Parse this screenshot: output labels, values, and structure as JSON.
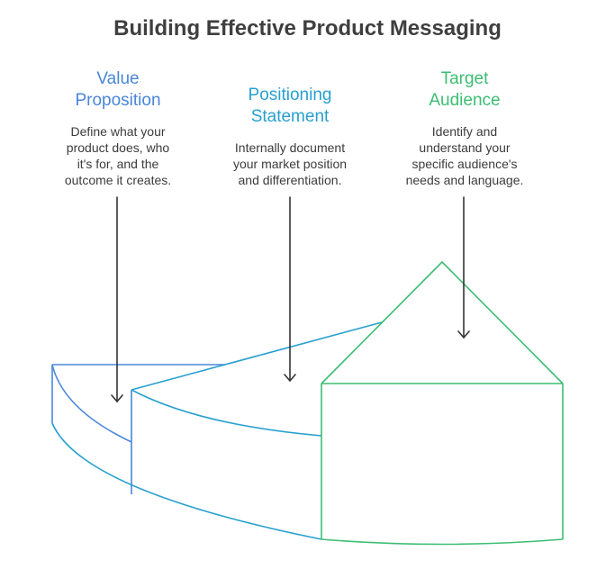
{
  "title": "Building Effective Product Messaging",
  "colors": {
    "value": "#4a86d8",
    "positioning": "#27a0cf",
    "target": "#3cbd73",
    "text": "#3c3c3c",
    "arrow": "#333333"
  },
  "sections": [
    {
      "key": "value",
      "title": "Value\nProposition",
      "description": "Define what your\nproduct does, who\nit's for, and the\noutcome it creates."
    },
    {
      "key": "positioning",
      "title": "Positioning\nStatement",
      "description": "Internally document\nyour market position\nand differentiation."
    },
    {
      "key": "target",
      "title": "Target\nAudience",
      "description": "Identify and\nunderstand your\nspecific audience's\nneeds and language."
    }
  ]
}
